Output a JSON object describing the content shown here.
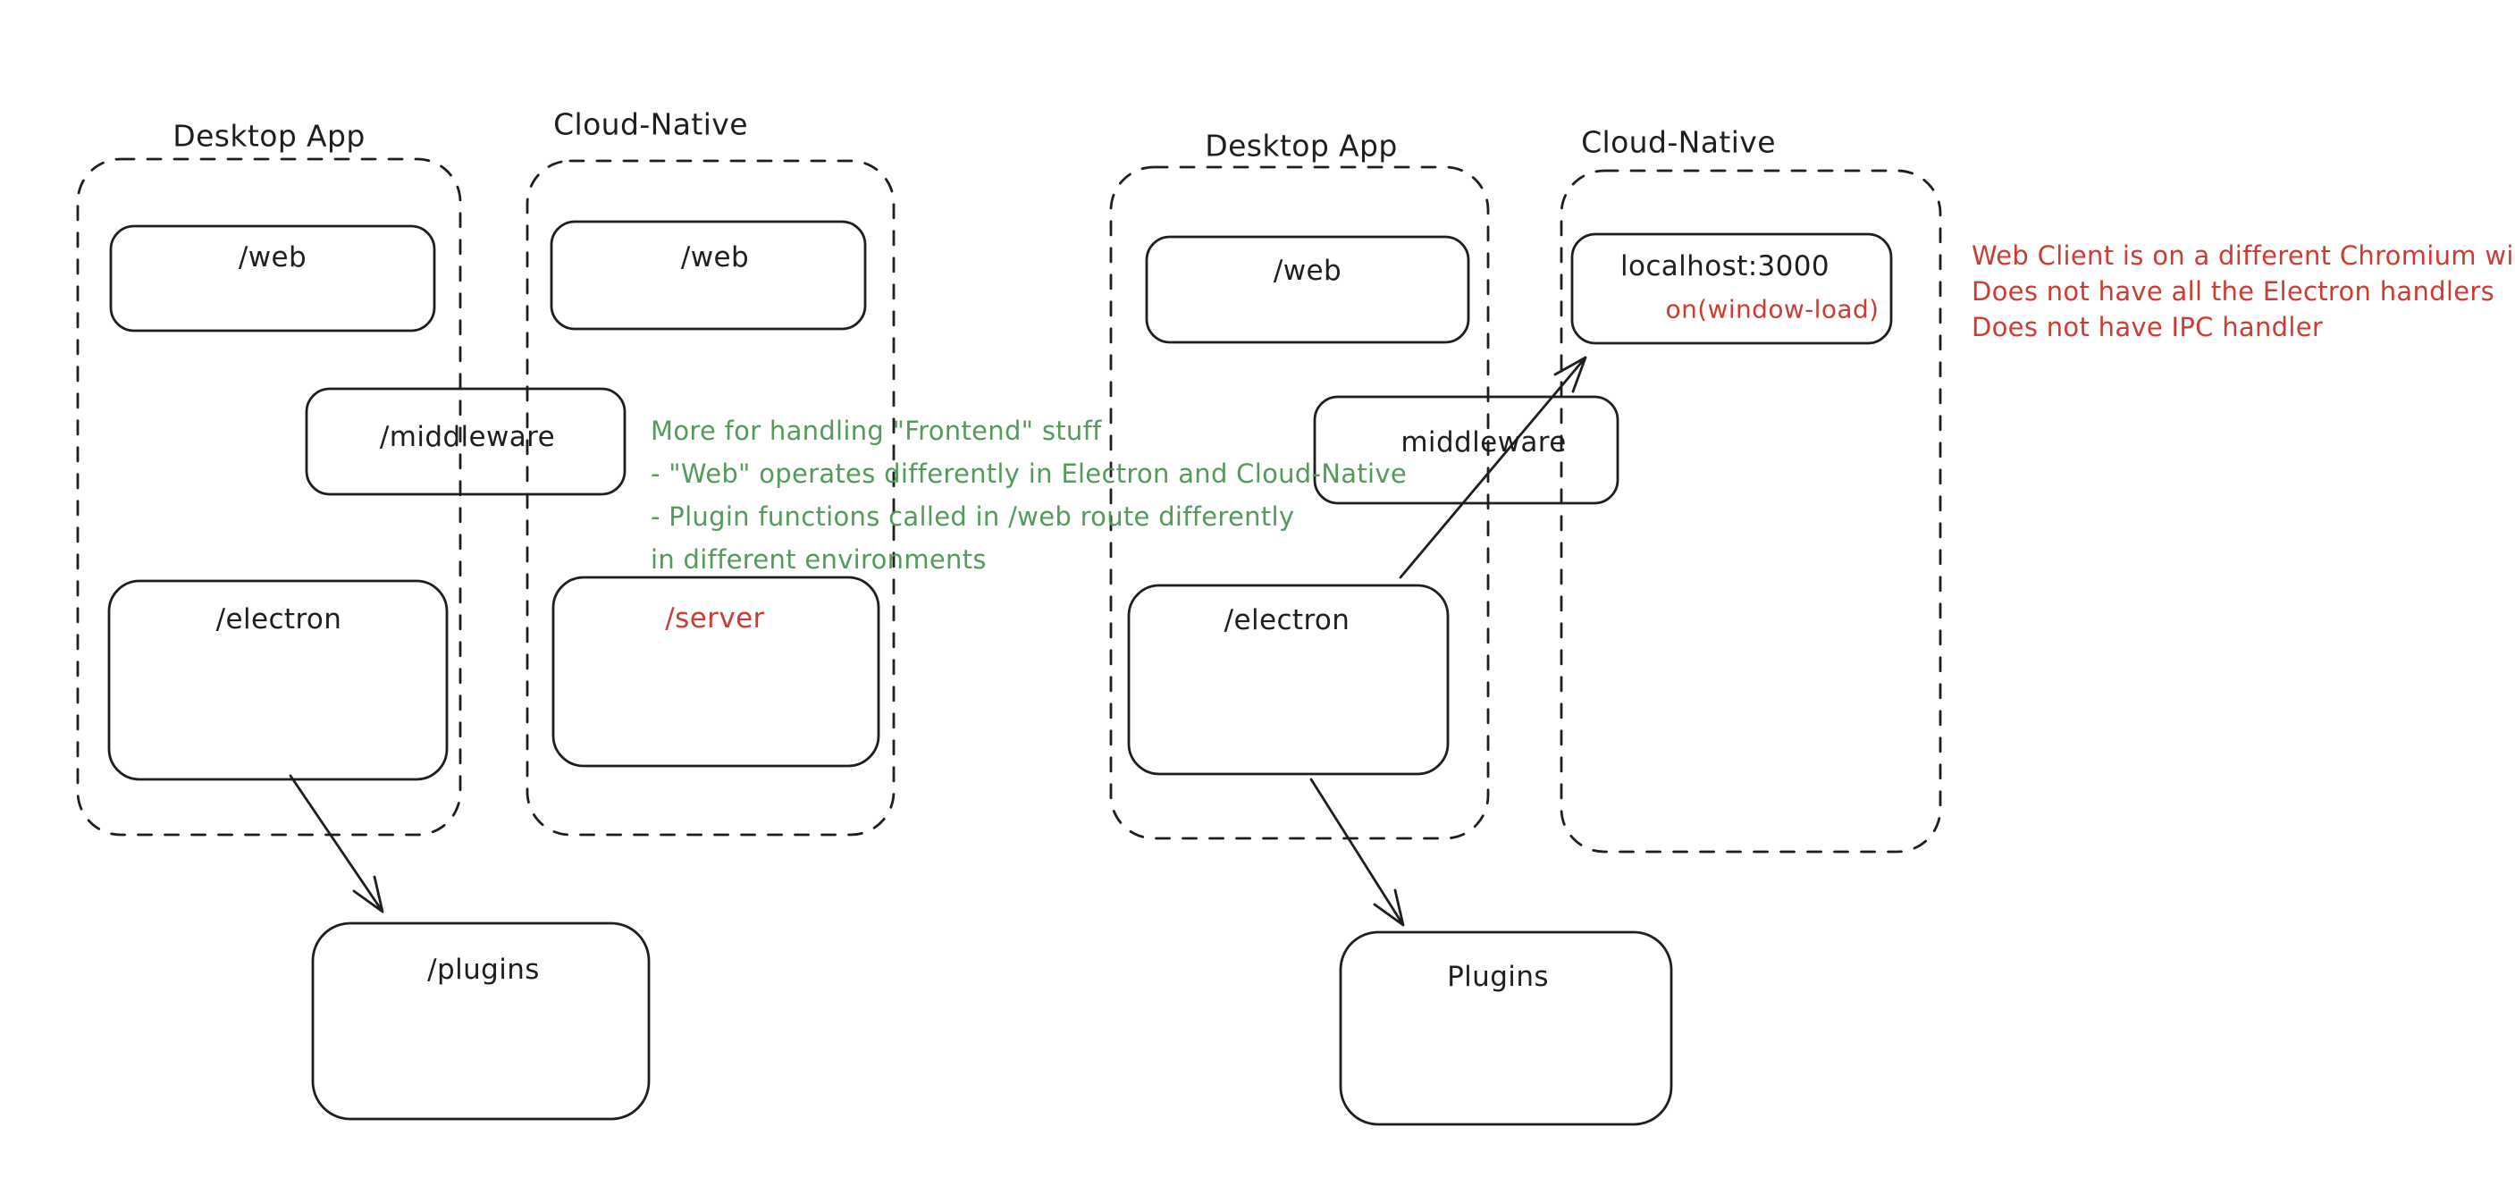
{
  "colors": {
    "ink": "#1e1e1e",
    "red": "#cd3c32",
    "green": "#549a5b",
    "background": "#ffffff"
  },
  "left": {
    "desktop": {
      "label": "Desktop App",
      "web": "/web",
      "electron": "/electron"
    },
    "cloud": {
      "label": "Cloud-Native",
      "web": "/web",
      "server": "/server"
    },
    "middleware": "/middleware",
    "plugins": "/plugins",
    "note": {
      "lines": [
        "More for handling \"Frontend\" stuff",
        "- \"Web\" operates differently in Electron and Cloud-Native",
        "- Plugin functions called in /web route differently",
        "in different environments"
      ]
    }
  },
  "right": {
    "desktop": {
      "label": "Desktop App",
      "web": "/web",
      "electron": "/electron"
    },
    "cloud": {
      "label": "Cloud-Native",
      "localhost": {
        "title": "localhost:3000",
        "event": "on(window-load)"
      }
    },
    "middleware": "middleware",
    "plugins": "Plugins",
    "note": {
      "lines": [
        "Web Client is on a different Chromium window",
        "Does not have all the Electron handlers",
        "Does not have IPC handler"
      ]
    }
  }
}
